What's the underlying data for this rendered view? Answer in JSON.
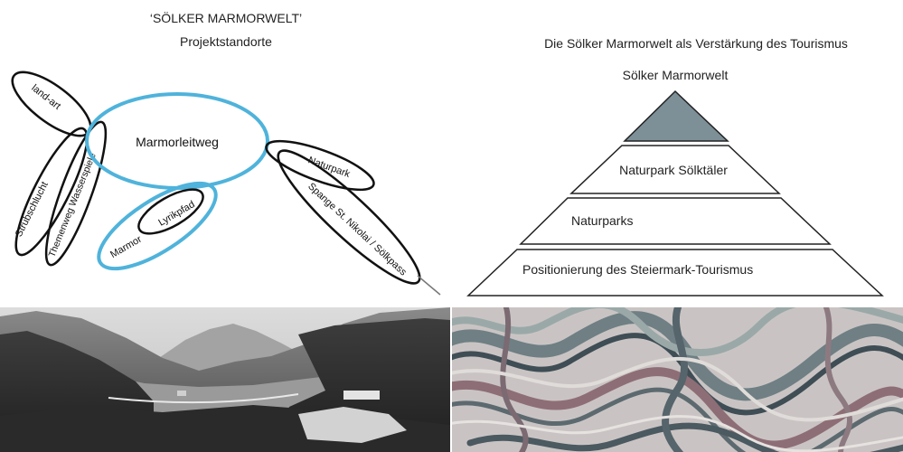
{
  "left_panel": {
    "title_line1": "‘SÖLKER MARMORWELT’",
    "title_line2": "Projektstandorte",
    "labels": {
      "land_art": "land-art",
      "marmorleitweg": "Marmorleitweg",
      "strubschlucht": "Strubschlucht",
      "themenweg": "Themenweg Wasserspiele",
      "lyrikpfad": "Lyrikpfad",
      "marmor": "Marmor",
      "naturpark": "Naturpark",
      "spange": "Spange St. Nikolai / Sölkpass"
    },
    "colors": {
      "highlight": "#4fb3db",
      "outline": "#111111"
    }
  },
  "right_panel": {
    "title": "Die Sölker Marmorwelt als Verstärkung des Tourismus",
    "pyramid_levels": [
      "Sölker Marmorwelt",
      "Naturpark Sölktäler",
      "Naturparks",
      "Positionierung des Steiermark-Tourismus"
    ],
    "colors": {
      "apex_fill": "#7d8f97",
      "outline": "#222222"
    }
  },
  "photos": [
    {
      "name": "landscape-photo",
      "kind": "grayscale aerial valley landscape with river bridge"
    },
    {
      "name": "marble-texture-photo",
      "kind": "folded marble stone texture"
    }
  ]
}
